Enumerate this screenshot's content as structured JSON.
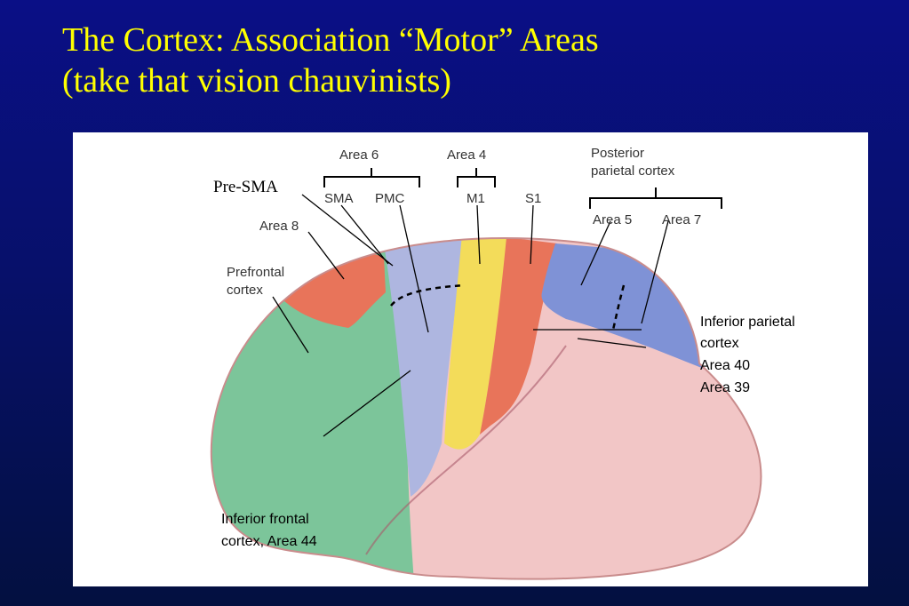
{
  "slide": {
    "title_line1": "The Cortex:  Association “Motor” Areas",
    "title_line2": "(take that vision chauvinists)"
  },
  "figure": {
    "labels": {
      "area6": "Area 6",
      "area4": "Area 4",
      "posterior_parietal_line1": "Posterior",
      "posterior_parietal_line2": "parietal cortex",
      "pre_sma": "Pre-SMA",
      "sma": "SMA",
      "pmc": "PMC",
      "m1": "M1",
      "s1": "S1",
      "area8": "Area 8",
      "area5": "Area 5",
      "area7": "Area 7",
      "prefrontal_line1": "Prefrontal",
      "prefrontal_line2": "cortex",
      "inferior_parietal_line1": "Inferior parietal",
      "inferior_parietal_line2": "cortex",
      "area40": "Area 40",
      "area39": "Area 39",
      "inferior_frontal_line1": "Inferior frontal",
      "inferior_frontal_line2": "cortex, Area 44"
    },
    "colors": {
      "background_top": "#0a0f86",
      "background_bottom": "#031040",
      "title": "#ffff00",
      "prefrontal": "#7cc59a",
      "premotor": "#aeb6e0",
      "motor": "#f3dc5a",
      "somatosensory": "#e8745a",
      "parietal": "#7f92d6",
      "temporal_occipital": "#f2c6c6"
    }
  }
}
